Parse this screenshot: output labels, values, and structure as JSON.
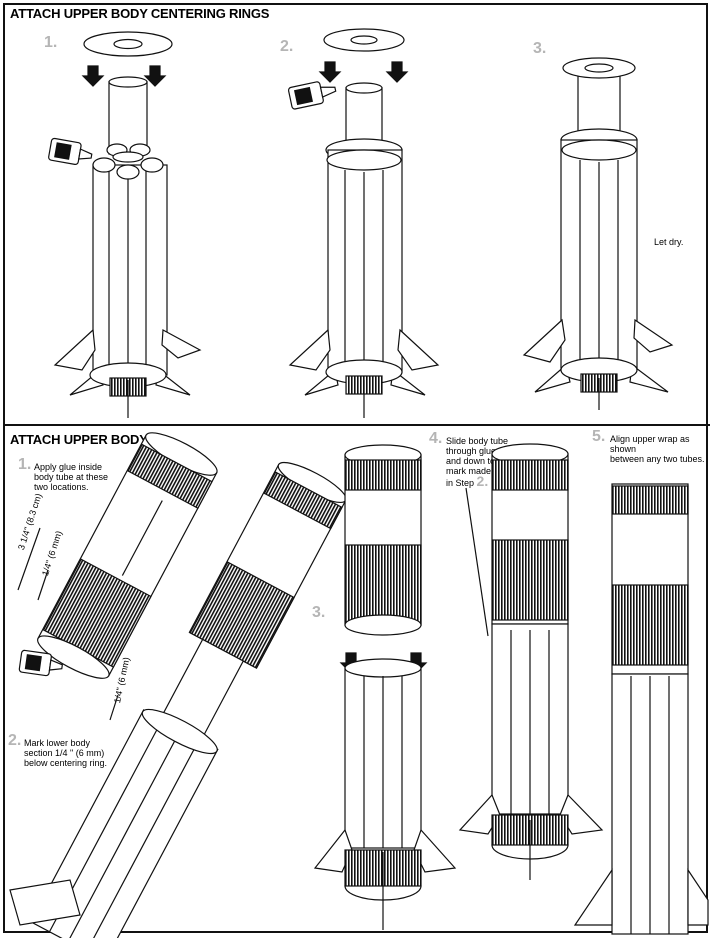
{
  "sections": {
    "centering": {
      "title": "ATTACH UPPER BODY CENTERING RINGS",
      "steps": [
        "1.",
        "2.",
        "3."
      ],
      "let_dry": "Let dry."
    },
    "upper_body": {
      "title": "ATTACH UPPER BODY",
      "step1": {
        "num": "1.",
        "text_l1": "Apply glue inside",
        "text_l2": "body tube at these",
        "text_l3": "two locations."
      },
      "dim_a": "3 1/4\" (8.3 cm)",
      "dim_b": "1/4\" (6 mm)",
      "dim_c": "1/4\" (6 mm)",
      "step2": {
        "num": "2.",
        "text_l1": "Mark lower body",
        "text_l2": "section 1/4 \" (6 mm)",
        "text_l3": "below centering ring."
      },
      "step3": {
        "num": "3."
      },
      "step4": {
        "num": "4.",
        "text_l1": "Slide body tube",
        "text_l2": "through glue",
        "text_l3": "and down to",
        "text_l4": "mark made",
        "text_l5a": "in Step",
        "text_l5b": "2."
      },
      "step5": {
        "num": "5.",
        "text_l1": "Align upper wrap as shown",
        "text_l2": "between any two tubes."
      }
    }
  }
}
